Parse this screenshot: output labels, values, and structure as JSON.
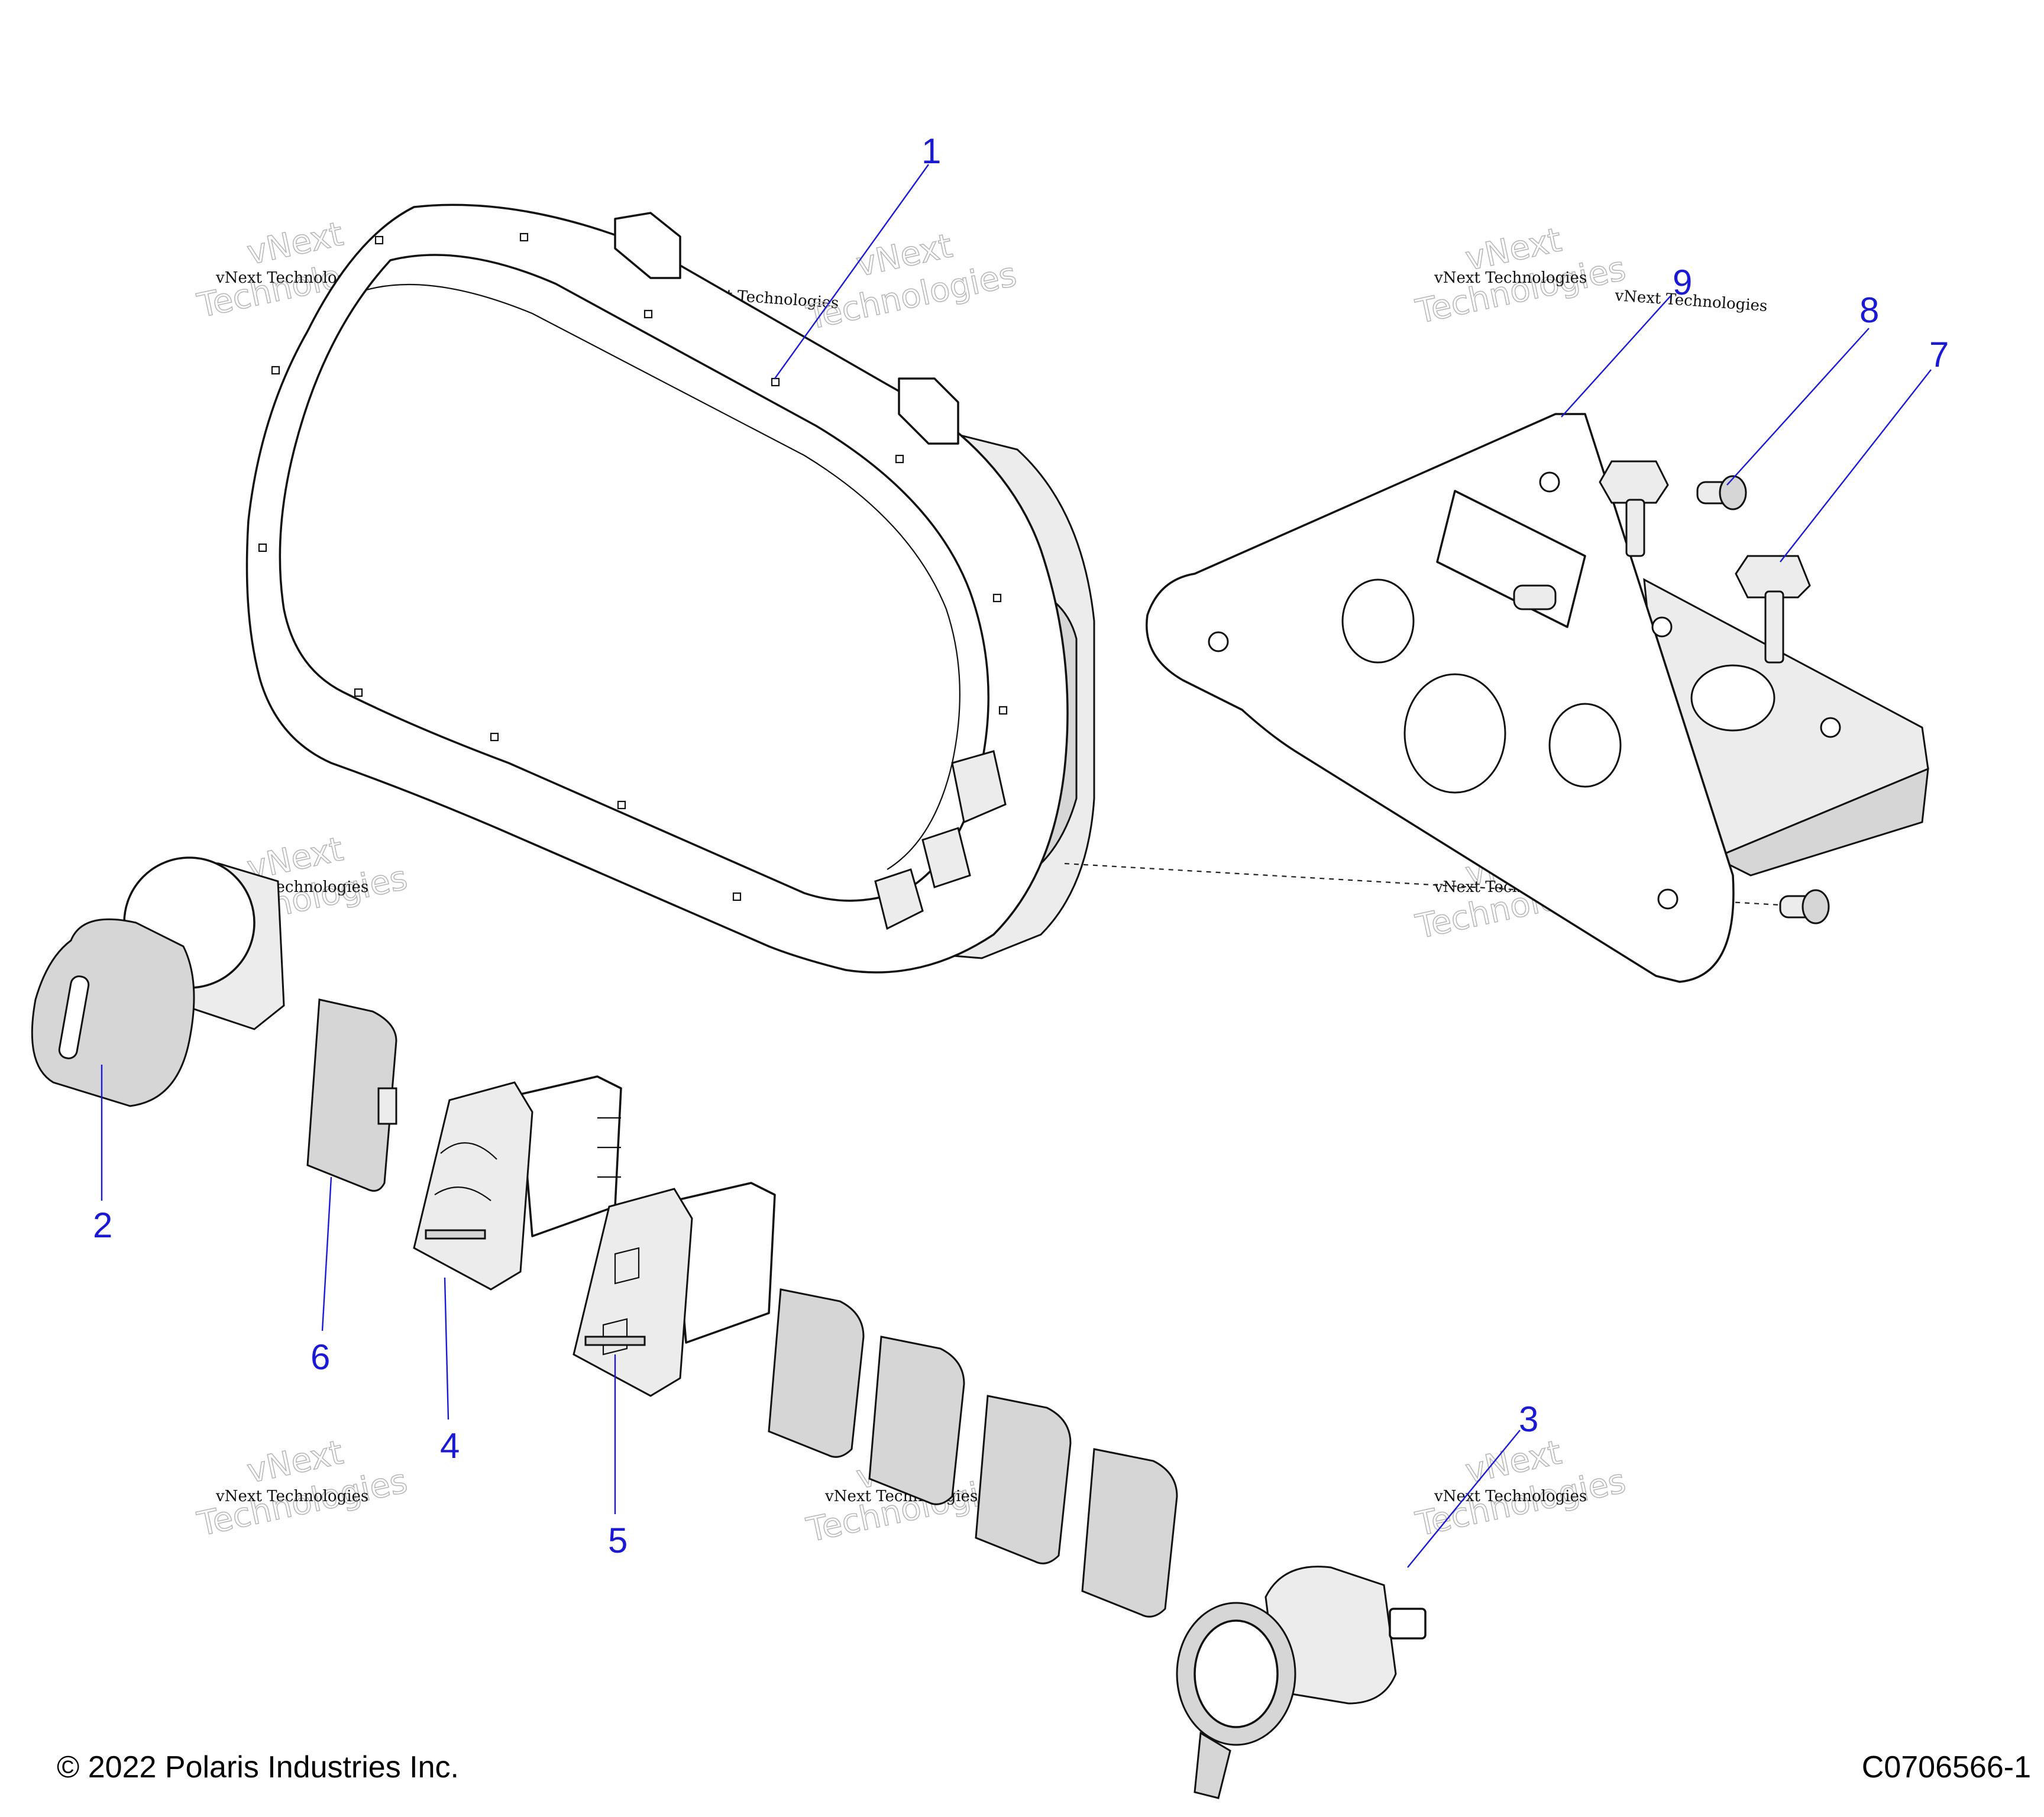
{
  "callouts": [
    {
      "number": "1"
    },
    {
      "number": "2"
    },
    {
      "number": "3"
    },
    {
      "number": "4"
    },
    {
      "number": "5"
    },
    {
      "number": "6"
    },
    {
      "number": "7"
    },
    {
      "number": "8"
    },
    {
      "number": "9"
    }
  ],
  "watermark": {
    "brand": "vNext Technologies",
    "line1": "vNext",
    "line2": "Technologies"
  },
  "footer": {
    "copyright": "© 2022 Polaris Industries Inc.",
    "figure_code": "C0706566-1"
  },
  "colors": {
    "callout": "#1a1ad6",
    "line": "#111111",
    "shade": "#d6d6d6"
  }
}
